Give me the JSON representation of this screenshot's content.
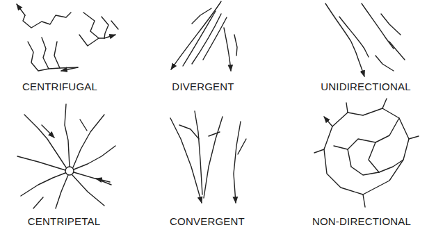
{
  "diagram": {
    "labels": [
      "CENTRIFUGAL",
      "DIVERGENT",
      "UNIDIRECTIONAL",
      "CENTRIPETAL",
      "CONVERGENT",
      "NON-DIRECTIONAL"
    ]
  }
}
